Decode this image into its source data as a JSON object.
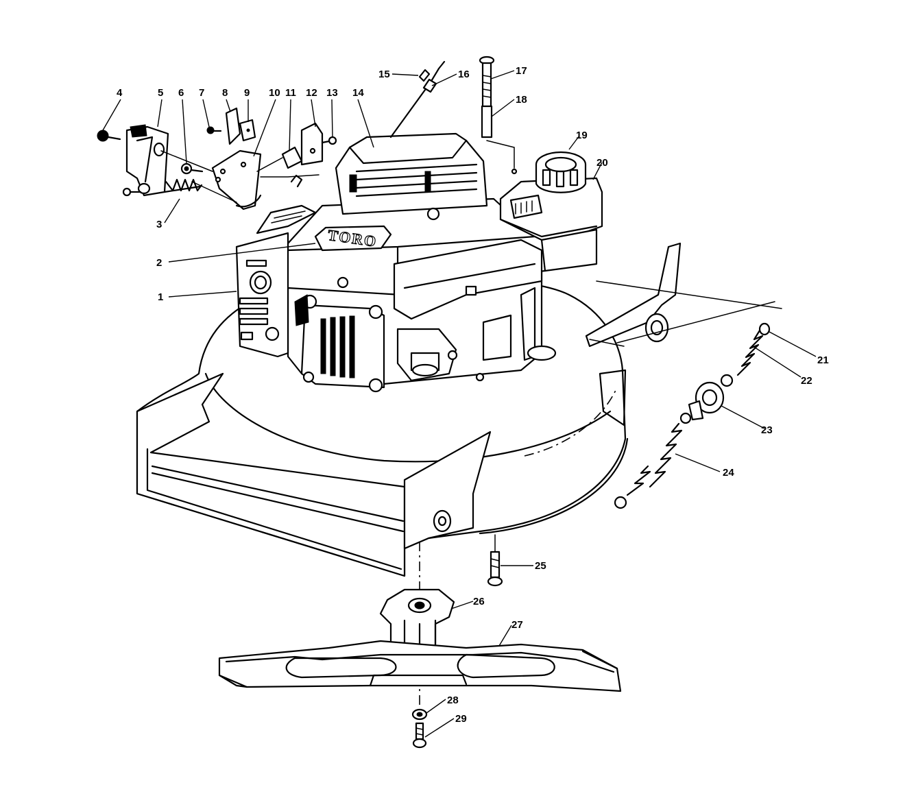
{
  "brand_logo_text": "TORO",
  "callouts": [
    {
      "id": "c1",
      "text": "1"
    },
    {
      "id": "c2",
      "text": "2"
    },
    {
      "id": "c3",
      "text": "3"
    },
    {
      "id": "c4",
      "text": "4"
    },
    {
      "id": "c5",
      "text": "5"
    },
    {
      "id": "c6",
      "text": "6"
    },
    {
      "id": "c7",
      "text": "7"
    },
    {
      "id": "c8",
      "text": "8"
    },
    {
      "id": "c9",
      "text": "9"
    },
    {
      "id": "c10",
      "text": "10"
    },
    {
      "id": "c11",
      "text": "11"
    },
    {
      "id": "c12",
      "text": "12"
    },
    {
      "id": "c13",
      "text": "13"
    },
    {
      "id": "c14",
      "text": "14"
    },
    {
      "id": "c15",
      "text": "15"
    },
    {
      "id": "c16",
      "text": "16"
    },
    {
      "id": "c17",
      "text": "17"
    },
    {
      "id": "c18",
      "text": "18"
    },
    {
      "id": "c19",
      "text": "19"
    },
    {
      "id": "c20",
      "text": "20"
    },
    {
      "id": "c21",
      "text": "21"
    },
    {
      "id": "c22",
      "text": "22"
    },
    {
      "id": "c23",
      "text": "23"
    },
    {
      "id": "c24",
      "text": "24"
    },
    {
      "id": "c25",
      "text": "25"
    },
    {
      "id": "c26",
      "text": "26"
    },
    {
      "id": "c27",
      "text": "27"
    },
    {
      "id": "c28",
      "text": "28"
    },
    {
      "id": "c29",
      "text": "29"
    }
  ]
}
